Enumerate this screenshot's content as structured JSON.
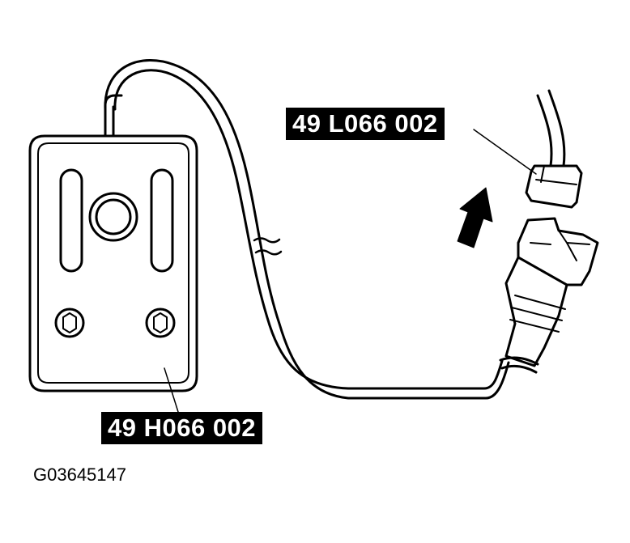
{
  "labels": {
    "adapter_connector": "49 L066 002",
    "tester_unit": "49 H066 002"
  },
  "figure_id": "G03645147",
  "colors": {
    "line": "#000000",
    "background": "#ffffff",
    "label_background": "#000000",
    "label_text": "#ffffff"
  }
}
